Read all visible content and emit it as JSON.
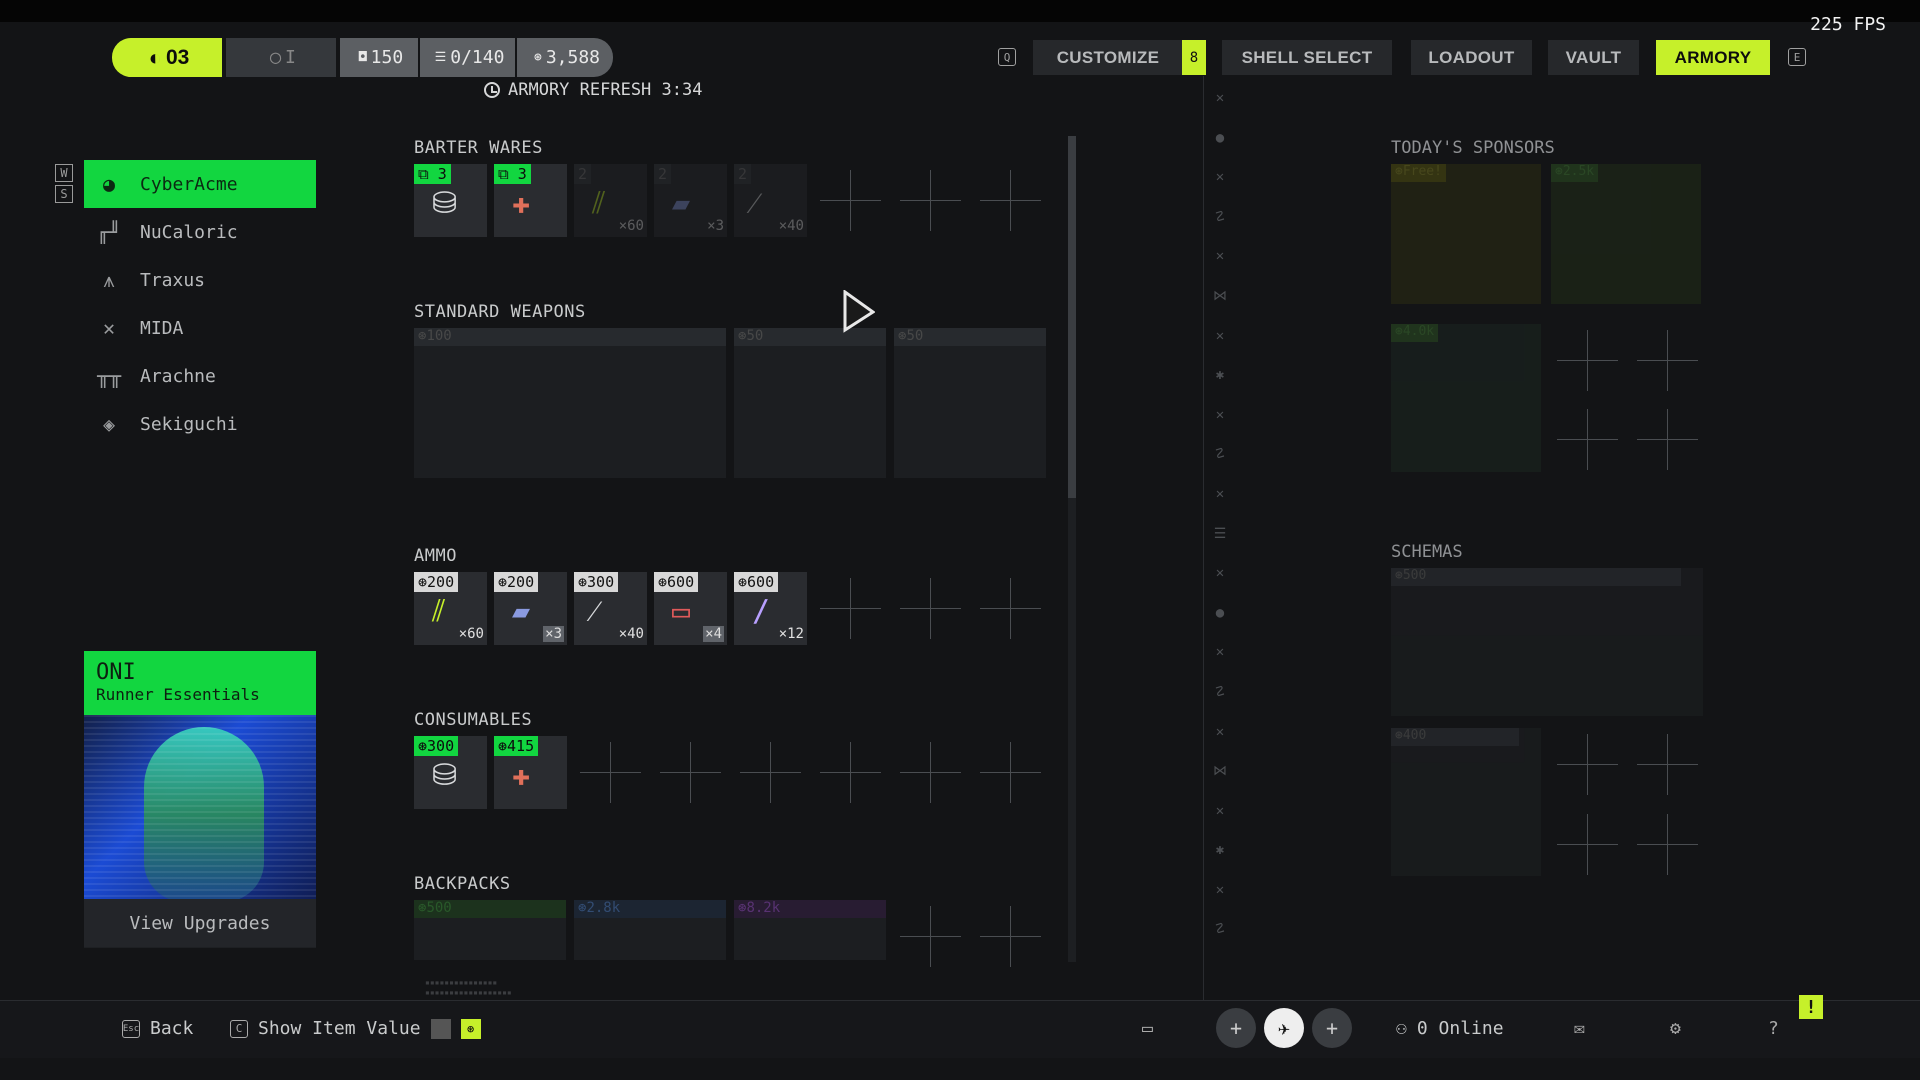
{
  "hud": {
    "fps": "225 FPS"
  },
  "header": {
    "level": "03",
    "level2": "I",
    "currency1": "150",
    "currency2": "0/140",
    "currency3": "3,588",
    "refresh": "ARMORY REFRESH 3:34",
    "key_left": "Q",
    "key_right": "E",
    "customize_badge": "8",
    "nav": [
      "CUSTOMIZE",
      "SHELL SELECT",
      "LOADOUT",
      "VAULT",
      "ARMORY"
    ]
  },
  "sidebar": {
    "keys": [
      "W",
      "S"
    ],
    "manufacturers": [
      "CyberAcme",
      "NuCaloric",
      "Traxus",
      "MIDA",
      "Arachne",
      "Sekiguchi"
    ],
    "active": "CyberAcme"
  },
  "oni_card": {
    "title": "ONI",
    "subtitle": "Runner Essentials",
    "action": "View Upgrades"
  },
  "sections": {
    "barter": "BARTER WARES",
    "weapons": "STANDARD WEAPONS",
    "ammo": "AMMO",
    "consumables": "CONSUMABLES",
    "backpacks": "BACKPACKS",
    "sponsors": "TODAY'S SPONSORS",
    "schemas": "SCHEMAS"
  },
  "barter_items": [
    {
      "price": "3",
      "count": ""
    },
    {
      "price": "3",
      "count": ""
    },
    {
      "price": "2",
      "count": "×60"
    },
    {
      "price": "2",
      "count": "×3"
    },
    {
      "price": "2",
      "count": "×40"
    }
  ],
  "weapons": [
    {
      "price": "100"
    },
    {
      "price": "50"
    },
    {
      "price": "50"
    }
  ],
  "ammo_items": [
    {
      "price": "200",
      "count": "×60"
    },
    {
      "price": "200",
      "count": "×3"
    },
    {
      "price": "300",
      "count": "×40"
    },
    {
      "price": "600",
      "count": "×4"
    },
    {
      "price": "600",
      "count": "×12"
    }
  ],
  "consumables": [
    {
      "price": "300"
    },
    {
      "price": "415"
    }
  ],
  "backpacks": [
    {
      "price": "500"
    },
    {
      "price": "2.8k"
    },
    {
      "price": "8.2k"
    }
  ],
  "sponsors": [
    {
      "price": "Free!"
    },
    {
      "price": "2.5k"
    },
    {
      "price": "4.0k"
    }
  ],
  "schemas": [
    {
      "price": "500"
    },
    {
      "price": "400"
    }
  ],
  "bottom": {
    "back": "Back",
    "back_key": "Esc",
    "show_value_key": "C",
    "show_value": "Show Item Value",
    "online": "0 Online"
  }
}
